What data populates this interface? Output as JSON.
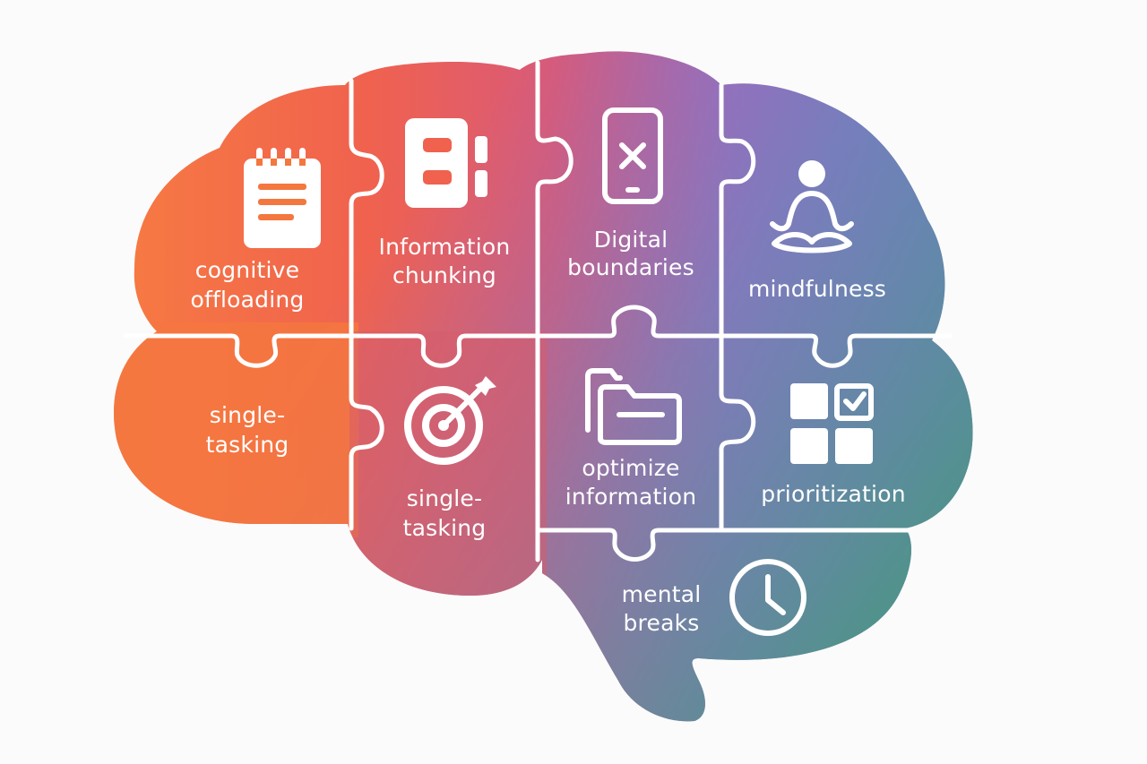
{
  "colors": {
    "orange": "#F77A42",
    "red_orange": "#F0624E",
    "rose": "#D95A78",
    "purple": "#9A6CBE",
    "blue_violet": "#6E7CC4",
    "teal": "#4E9C92",
    "green": "#4A9680",
    "background": "#FBFBFB"
  },
  "pieces": [
    {
      "id": "cognitive-offloading",
      "label_lines": [
        "cognitive",
        "offloading"
      ],
      "icon": "notepad-icon"
    },
    {
      "id": "information-chunking",
      "label_lines": [
        "Information",
        "chunking"
      ],
      "icon": "chunk-blocks-icon"
    },
    {
      "id": "digital-boundaries",
      "label_lines": [
        "Digital",
        "boundaries"
      ],
      "icon": "phone-blocked-icon"
    },
    {
      "id": "mindfulness",
      "label_lines": [
        "mindfulness"
      ],
      "icon": "meditation-icon"
    },
    {
      "id": "single-tasking-left",
      "label_lines": [
        "single-",
        "tasking"
      ],
      "icon": ""
    },
    {
      "id": "single-tasking-target",
      "label_lines": [
        "single-",
        "tasking"
      ],
      "icon": "target-icon"
    },
    {
      "id": "optimize-information",
      "label_lines": [
        "optimize",
        "information"
      ],
      "icon": "folders-icon"
    },
    {
      "id": "prioritization",
      "label_lines": [
        "prioritization"
      ],
      "icon": "checklist-grid-icon"
    },
    {
      "id": "mental-breaks",
      "label_lines": [
        "mental",
        "breaks"
      ],
      "icon": "clock-icon"
    }
  ]
}
